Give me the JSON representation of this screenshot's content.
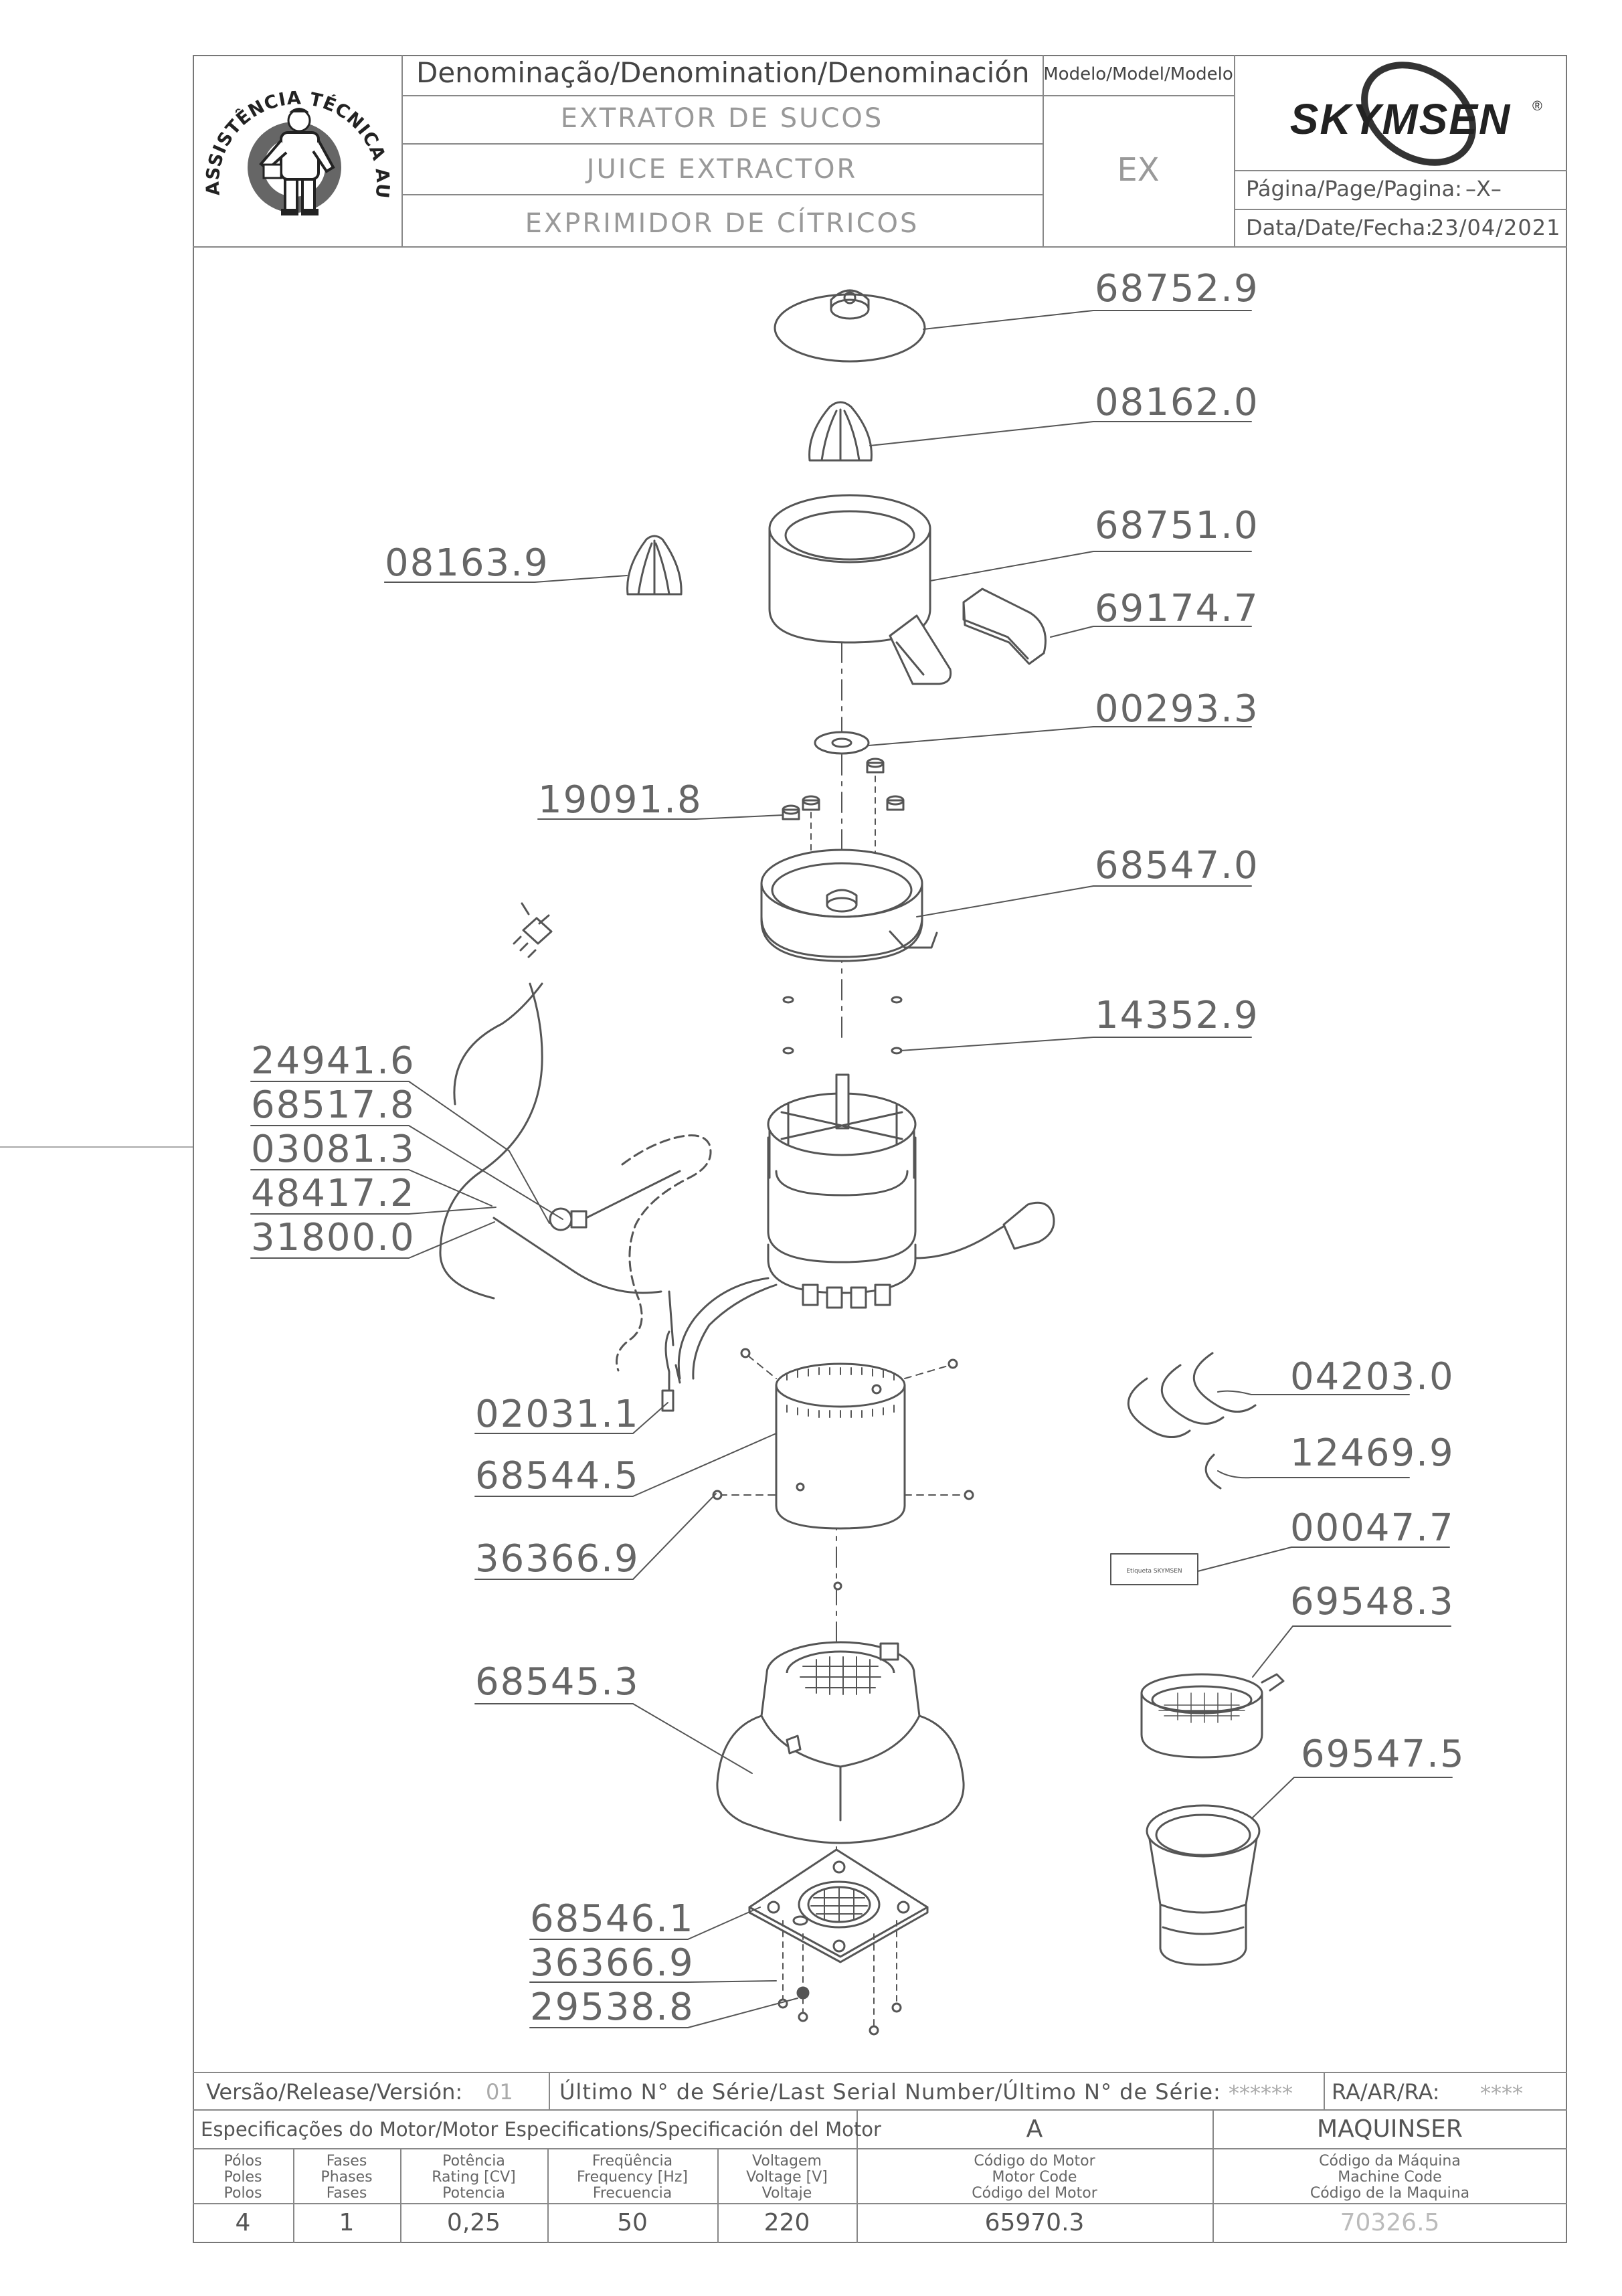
{
  "header": {
    "logo_text": "ASSISTÊNCIA TÉCNICA AUTORIZADA",
    "denomination_label": "Denominação/Denomination/Denominación",
    "name_pt": "EXTRATOR DE SUCOS",
    "name_en": "JUICE EXTRACTOR",
    "name_es": "EXPRIMIDOR DE CÍTRICOS",
    "model_label": "Modelo/Model/Modelo",
    "model_value": "EX",
    "brand": "SKYMSEN",
    "brand_mark": "®",
    "page_label": "Página/Page/Pagina:",
    "page_value": "–X–",
    "date_label": "Data/Date/Fecha:",
    "date_value": "23/04/2021"
  },
  "parts": [
    "68752.9",
    "08162.0",
    "68751.0",
    "08163.9",
    "69174.7",
    "00293.3",
    "19091.8",
    "68547.0",
    "14352.9",
    "24941.6",
    "68517.8",
    "03081.3",
    "48417.2",
    "31800.0",
    "04203.0",
    "12469.9",
    "02031.1",
    "68544.5",
    "00047.7",
    "36366.9",
    "69548.3",
    "69547.5",
    "68545.3",
    "68546.1",
    "36366.9",
    "29538.8"
  ],
  "label_tag_text": "Etiqueta SKYMSEN",
  "footer": {
    "version_label": "Versão/Release/Versión:",
    "version_value": "01",
    "serial_label": "Último N° de Série/Last Serial Number/Último N° de Série:",
    "serial_value": "******",
    "ra_label": "RA/AR/RA:",
    "ra_value": "****",
    "motor_spec_label": "Especificações do Motor/Motor Especifications/Specificación del Motor",
    "motor_letter": "A",
    "manufacturer": "MAQUINSER",
    "col_poles": [
      "Pólos",
      "Poles",
      "Polos"
    ],
    "col_phases": [
      "Fases",
      "Phases",
      "Fases"
    ],
    "col_power": [
      "Potência",
      "Rating [CV]",
      "Potencia"
    ],
    "col_freq": [
      "Freqüência",
      "Frequency [Hz]",
      "Frecuencia"
    ],
    "col_voltage": [
      "Voltagem",
      "Voltage [V]",
      "Voltaje"
    ],
    "col_motor_code": [
      "Código do Motor",
      "Motor Code",
      "Código del Motor"
    ],
    "col_machine_code": [
      "Código da Máquina",
      "Machine Code",
      "Código de la Maquina"
    ],
    "poles": "4",
    "phases": "1",
    "power": "0,25",
    "frequency": "50",
    "voltage": "220",
    "motor_code": "65970.3",
    "machine_code": "70326.5"
  }
}
